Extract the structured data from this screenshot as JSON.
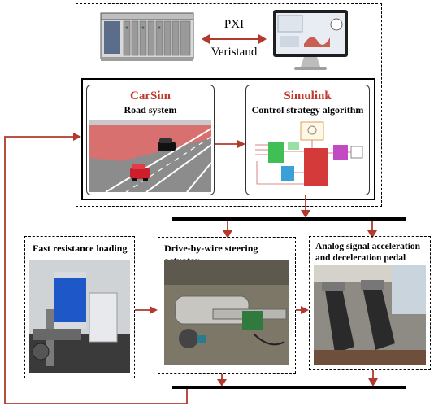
{
  "top": {
    "link_label_1": "PXI",
    "link_label_2": "Veristand"
  },
  "carsim": {
    "title": "CarSim",
    "subtitle": "Road system"
  },
  "simulink": {
    "title": "Simulink",
    "subtitle": "Control strategy algorithm"
  },
  "bottom": {
    "fast_resistance": "Fast resistance loading",
    "steering_actuator": "Drive-by-wire steering actuator",
    "pedal": "Analog signal acceleration and deceleration pedal"
  },
  "colors": {
    "arrow": "#b03a2e",
    "heading_red": "#c0392b"
  },
  "icons": [
    "pxi-chassis-icon",
    "monitor-icon",
    "double-arrow-icon"
  ]
}
